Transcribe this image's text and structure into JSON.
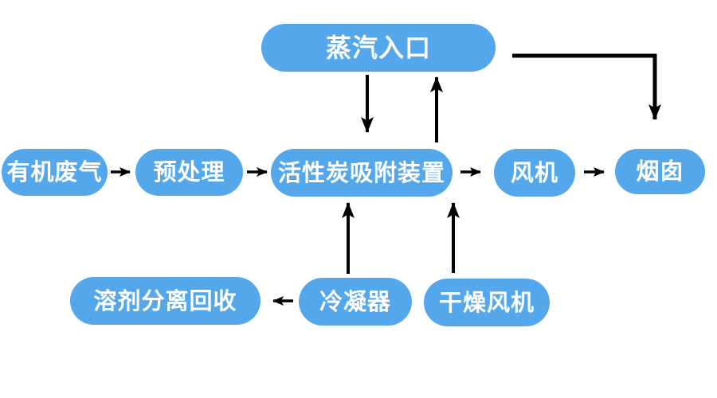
{
  "diagram": {
    "type": "flowchart",
    "description": "Organic waste gas activated-carbon adsorption treatment process flow",
    "accent_color": "#54a7eb",
    "arrow_color": "#000000",
    "background_color": "#ffffff",
    "text_color": "#ffffff",
    "nodes": {
      "steam_inlet": {
        "label": "蒸汽入口"
      },
      "organic_waste_gas": {
        "label": "有机废气"
      },
      "pretreatment": {
        "label": "预处理"
      },
      "adsorber": {
        "label": "活性炭吸附装置"
      },
      "fan": {
        "label": "风机"
      },
      "chimney": {
        "label": "烟囱"
      },
      "solvent_recovery": {
        "label": "溶剂分离回收"
      },
      "condenser": {
        "label": "冷凝器"
      },
      "drying_fan": {
        "label": "干燥风机"
      }
    },
    "edges": [
      {
        "from": "steam_inlet",
        "to": "adsorber",
        "direction": "down"
      },
      {
        "from": "adsorber",
        "to": "steam_inlet",
        "direction": "up"
      },
      {
        "from": "steam_inlet",
        "to": "chimney",
        "direction": "right-then-down"
      },
      {
        "from": "organic_waste_gas",
        "to": "pretreatment",
        "direction": "right"
      },
      {
        "from": "pretreatment",
        "to": "adsorber",
        "direction": "right"
      },
      {
        "from": "adsorber",
        "to": "fan",
        "direction": "right"
      },
      {
        "from": "fan",
        "to": "chimney",
        "direction": "right"
      },
      {
        "from": "condenser",
        "to": "solvent_recovery",
        "direction": "left"
      },
      {
        "from": "condenser",
        "to": "adsorber",
        "direction": "up"
      },
      {
        "from": "drying_fan",
        "to": "adsorber",
        "direction": "up"
      }
    ]
  }
}
